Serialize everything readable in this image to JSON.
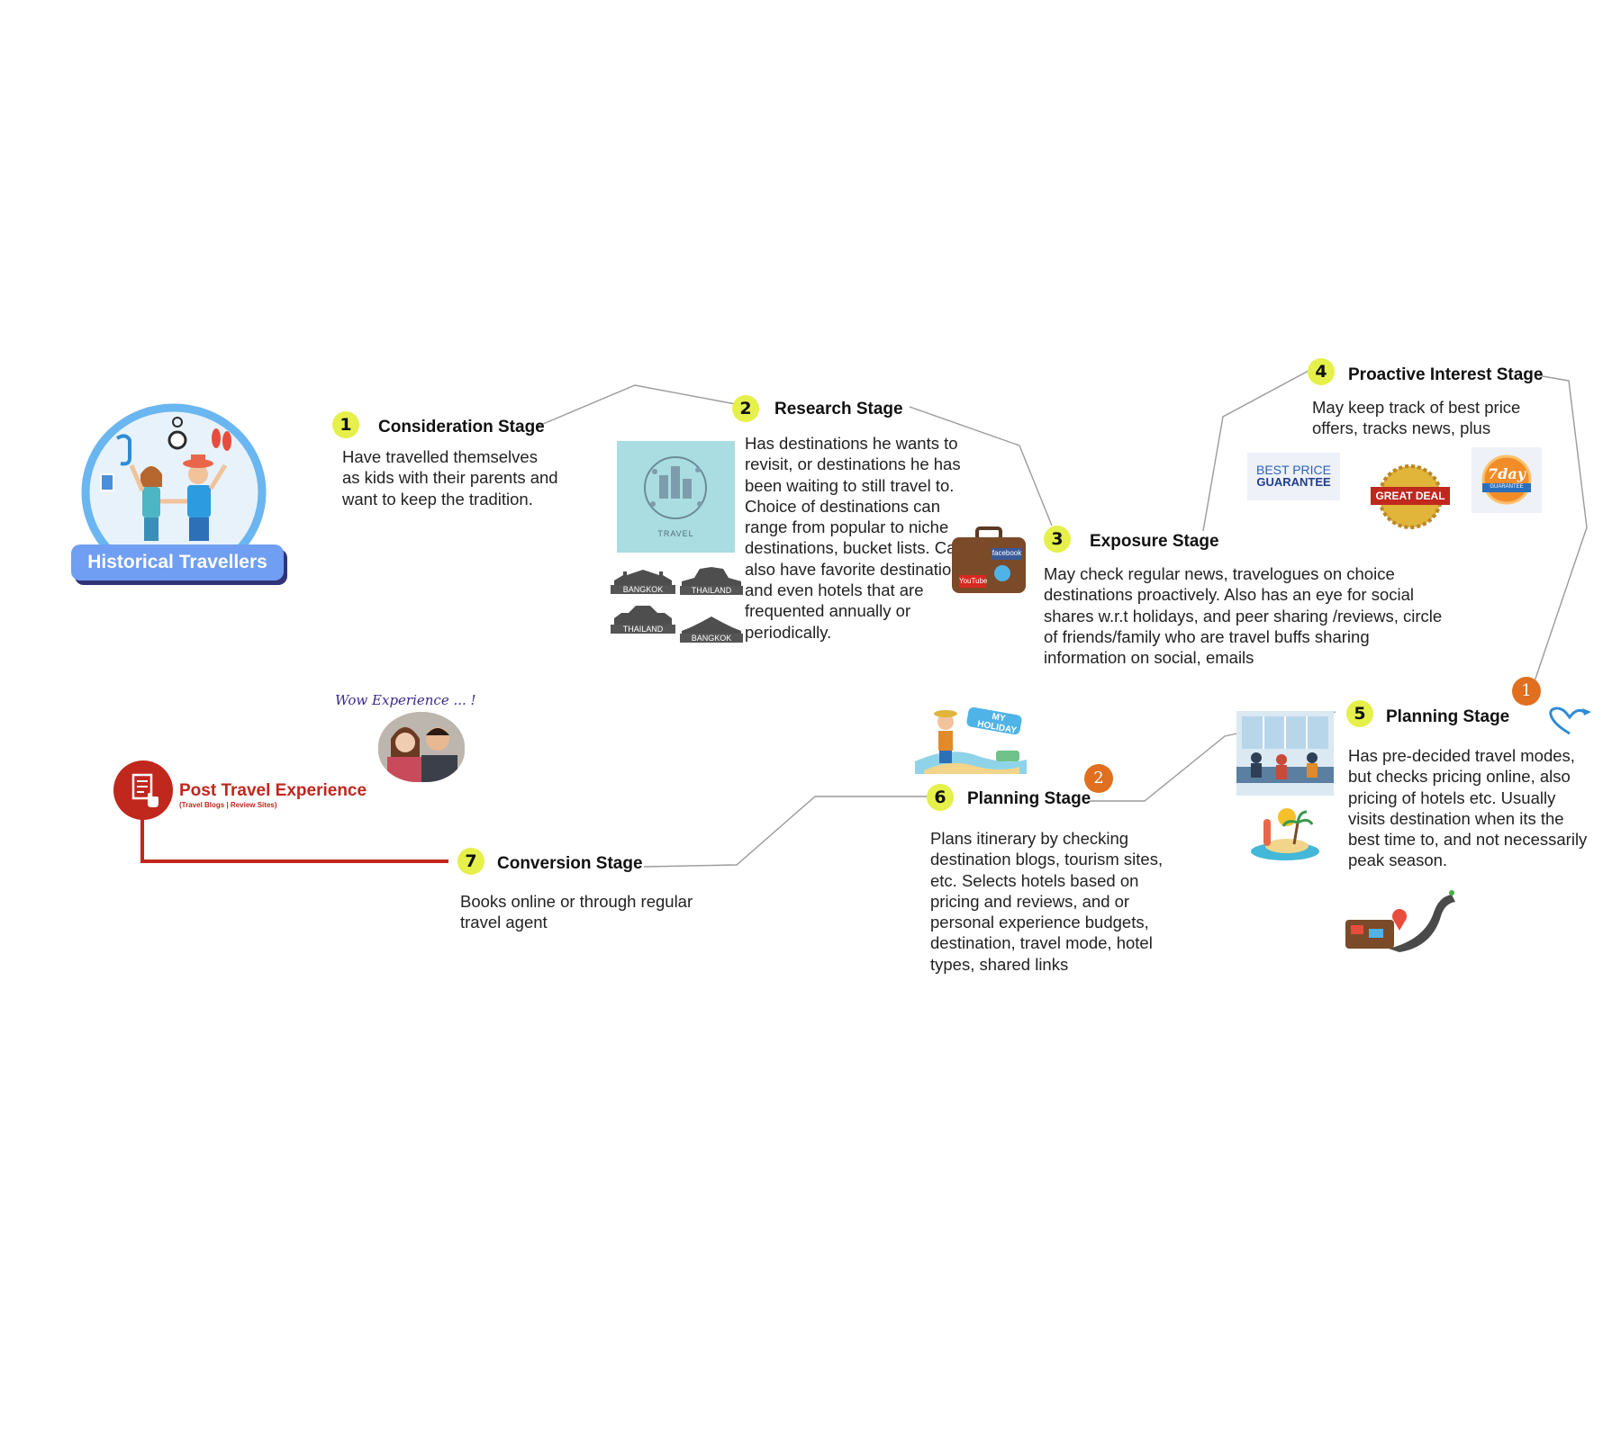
{
  "persona": {
    "label": "Historical Travellers"
  },
  "stages": [
    {
      "num": "1",
      "title": "Consideration Stage",
      "text": "Have travelled themselves as kids with their parents and want to keep the tradition."
    },
    {
      "num": "2",
      "title": "Research Stage",
      "text": "Has destinations he wants to revisit, or destinations he has been waiting to still travel to. Choice of destinations can range from popular to niche destinations, bucket lists. Can also have favorite destinations and even hotels that are frequented annually or periodically."
    },
    {
      "num": "3",
      "title": "Exposure Stage",
      "text": "May check regular news, travelogues on choice destinations proactively. Also has an eye for social shares w.r.t holidays, and peer sharing /reviews, circle of friends/family who are travel buffs sharing information on social, emails"
    },
    {
      "num": "4",
      "title": "Proactive Interest Stage",
      "text": "May keep track of best price offers, tracks news, plus"
    },
    {
      "num": "5",
      "title": "Planning Stage",
      "text": "Has pre-decided travel modes, but checks pricing online, also pricing of hotels etc. Usually visits destination when its the best time to, and not necessarily peak season."
    },
    {
      "num": "6",
      "title": "Planning Stage",
      "text": "Plans itinerary by checking destination blogs, tourism sites, etc. Selects hotels based on pricing and reviews, and or personal experience budgets, destination, travel mode, hotel types, shared links"
    },
    {
      "num": "7",
      "title": "Conversion Stage",
      "text": "Books online or through regular travel agent"
    }
  ],
  "planning_markers": [
    "1",
    "2"
  ],
  "post_travel": {
    "title": "Post Travel Experience",
    "subtitle": "(Travel Blogs | Review Sites)",
    "caption": "Wow Experience ... !"
  },
  "badges": {
    "best_price_line1": "BEST PRICE",
    "best_price_line2": "GUARANTEE",
    "great_deal": "GREAT DEAL",
    "seven_day": "7day",
    "seven_day_sub": "GUARANTEE"
  },
  "image_labels": {
    "travel_tile": "TRAVEL",
    "landmarks": [
      "BANGKOK",
      "THAILAND",
      "THAILAND",
      "BANGKOK"
    ],
    "suitcase_stickers": [
      "facebook",
      "YouTube"
    ],
    "holiday_sign": "MY HOLIDAY"
  },
  "colors": {
    "stage_number_bg": "#e6f04a",
    "connector_line": "#9a9a9a",
    "post_travel_red": "#c0271d",
    "planning_marker_orange": "#e0701f",
    "persona_pill": "#6f9ef2",
    "persona_circle_border": "#6ab6f0"
  },
  "icons": [
    "travellers-illustration-icon",
    "travel-tile-icon",
    "landmark-icon",
    "social-suitcase-icon",
    "best-price-guarantee-badge",
    "great-deal-seal-icon",
    "seven-day-guarantee-badge",
    "airport-scene-icon",
    "beach-island-icon",
    "heart-plane-icon",
    "road-suitcase-icon",
    "holiday-traveller-icon",
    "selfie-couple-photo",
    "document-tap-icon"
  ]
}
